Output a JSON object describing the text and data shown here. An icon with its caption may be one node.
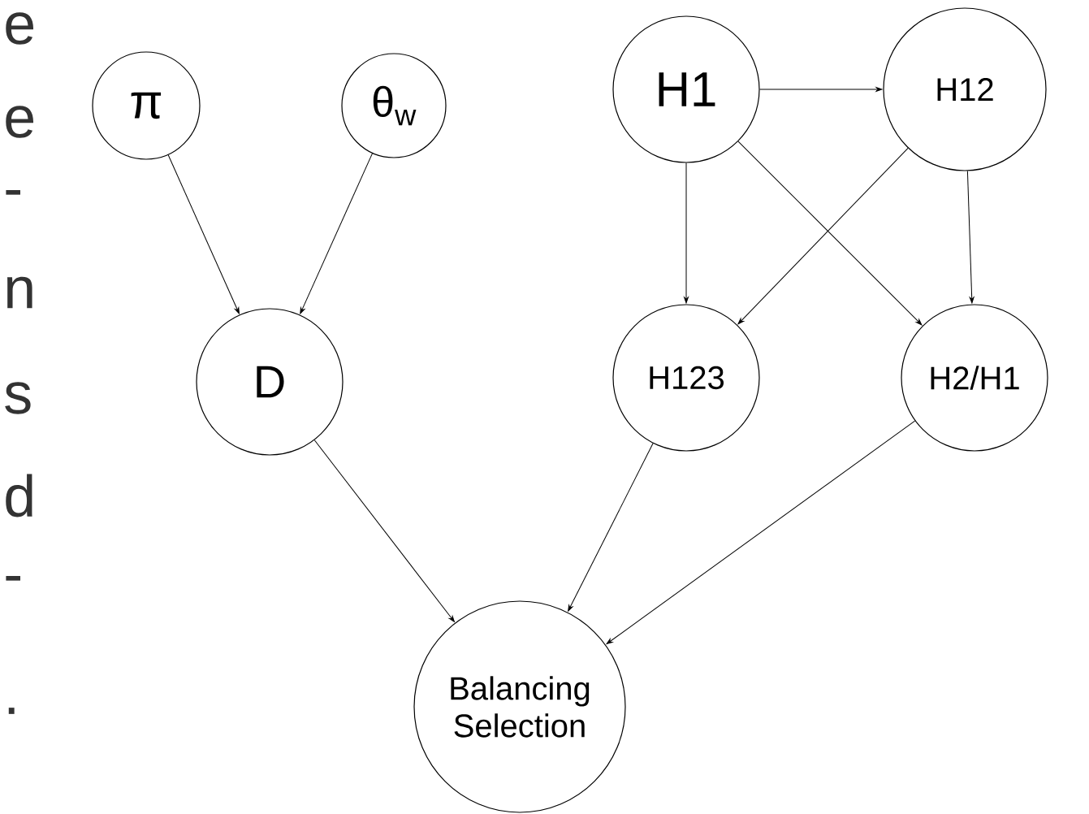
{
  "diagram": {
    "nodes": [
      {
        "text": [
          "π"
        ]
      },
      {
        "text": [
          "θ$_{w}$"
        ]
      },
      {
        "text": [
          "H1"
        ]
      },
      {
        "text": [
          "H12"
        ]
      },
      {
        "text": [
          "D"
        ]
      },
      {
        "text": [
          "H123"
        ]
      },
      {
        "text": [
          "H2/H1"
        ]
      },
      {
        "text": [
          "Balancing Selection"
        ]
      }
    ],
    "edges": [
      {
        "from": 0,
        "to": 4,
        "arrow": "to"
      },
      {
        "from": 1,
        "to": 4,
        "arrow": "to"
      },
      {
        "from": 2,
        "to": 3,
        "arrow": "to"
      },
      {
        "from": 2,
        "to": 5,
        "arrow": "to"
      },
      {
        "from": 2,
        "to": 6,
        "arrow": "to"
      },
      {
        "from": 3,
        "to": 5,
        "arrow": "to"
      },
      {
        "from": 3,
        "to": 6,
        "arrow": "to"
      },
      {
        "from": 4,
        "to": 7,
        "arrow": "to"
      },
      {
        "from": 5,
        "to": 7,
        "arrow": "to"
      },
      {
        "from": 6,
        "to": 7,
        "arrow": "to"
      }
    ],
    "labels": [
      "e",
      "e",
      "-",
      "n",
      "s",
      "d",
      "-",
      "."
    ]
  }
}
